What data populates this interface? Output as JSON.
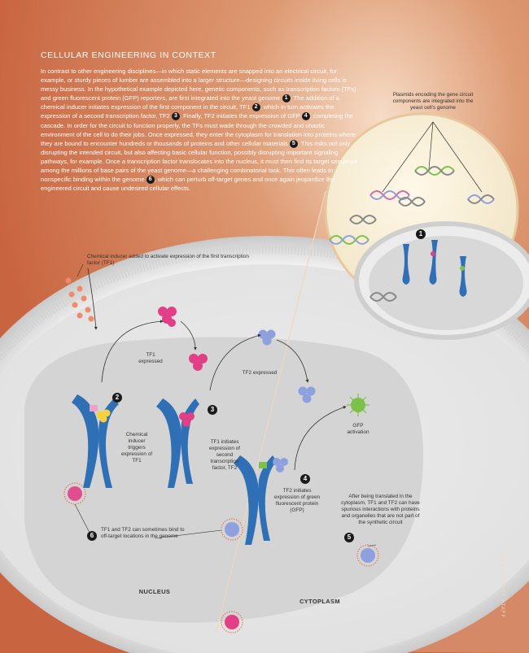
{
  "title": "CELLULAR ENGINEERING IN CONTEXT",
  "body_paragraph": [
    "In contrast to other engineering disciplines—in which static elements are snapped into an electrical circuit, for example, or sturdy pieces of lumber are assembled into a larger structure—designing circuits inside living cells is messy business. In the hypothetical example depicted here, genetic components, such as transcription factors (TFs) and green fluorescent protein (GFP) reporters, are first integrated into the yeast genome ",
    "1",
    ". The addition of a chemical inducer initiates expression of the first component in the circuit, TF1 ",
    "2",
    ", which in turn activates the expression of a second transcription factor, TF2 ",
    "3",
    ". Finally, TF2 initiates the expression of GFP ",
    "4",
    ", completing the cascade. In order for the circuit to function properly, the TFs must wade through the crowded and chaotic environment of the cell to do their jobs. Once expressed, they enter the cytoplasm for translation into proteins where they are bound to encounter hundreds or thousands of proteins and other cellular materials ",
    "5",
    ". This risks not only disrupting the intended circuit, but also affecting basic cellular function, possibly disrupting important signaling pathways, for example. Once a transcription factor translocates into the nucleus, it must then find its target sequence among the millions of base pairs of the yeast genome—a challenging combinatorial task. This often leads to nonspecific binding within the genome ",
    "6",
    ", which can perturb off-target genes and once again jeopardize the engineered circuit and cause undesired cellular effects."
  ],
  "labels": {
    "plasmids": "Plasmids encoding the gene circuit components are integrated into the yeast cell's genome",
    "inducer_added": "Chemical inducer added to activate expression of the first transcription factor (TF1)",
    "tf1_expressed": "TF1 expressed",
    "tf2_expressed": "TF2 expressed",
    "chem_inducer_triggers": "Chemical inducer triggers expression of TF1",
    "tf1_initiates": "TF1 initiates expression of second transcription factor, TF2",
    "tf2_initiates": "TF2 initiates expression of green fluorescent protein (GFP)",
    "gfp_activation": "GFP activation",
    "off_target": "TF1 and TF2 can sometimes bind to off-target locations in the genome",
    "spurious": "After being translated in the cytoplasm, TF1 and TF2 can have spurious interactions with proteins and organelles that are not part of the synthetic circuit",
    "nucleus": "NUCLEUS",
    "cytoplasm": "CYTOPLASM"
  },
  "step_numbers": [
    "1",
    "2",
    "3",
    "4",
    "5",
    "6"
  ],
  "credit": "THE SCIENTIST STAFF",
  "colors": {
    "background_top": "#c98a68",
    "background_mid": "#d4785a",
    "cell_wall": "#e8e8e8",
    "nucleus": "#d8d8d8",
    "chromosome": "#2f6fb5",
    "tf1_pink": "#e23f86",
    "tf2_lavender": "#8ea0dd",
    "gfp_green": "#7cc24a",
    "inducer_orange": "#f08a6a"
  }
}
